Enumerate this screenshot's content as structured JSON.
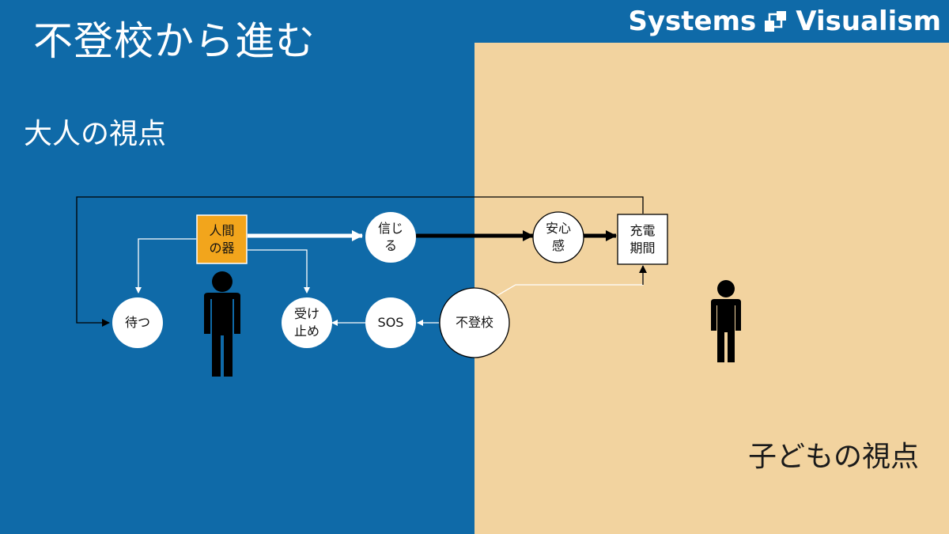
{
  "title": "不登校から進む",
  "brand": {
    "name_left": "Systems",
    "name_right": "Visualism"
  },
  "panels": {
    "adult_label": "大人の視点",
    "child_label": "子どもの視点"
  },
  "nodes": {
    "ningen_line1": "人間",
    "ningen_line2": "の器",
    "shinjiru_line1": "信じ",
    "shinjiru_line2": "る",
    "anshin_line1": "安心",
    "anshin_line2": "感",
    "juuden_line1": "充電",
    "juuden_line2": "期間",
    "matsu": "待つ",
    "ukedome_line1": "受け",
    "ukedome_line2": "止め",
    "sos": "SOS",
    "futoukou": "不登校"
  },
  "colors": {
    "adult_bg": "#0f6aa8",
    "child_bg": "#f2d39f",
    "highlight_node": "#f2a51c",
    "figure": "#000000"
  }
}
